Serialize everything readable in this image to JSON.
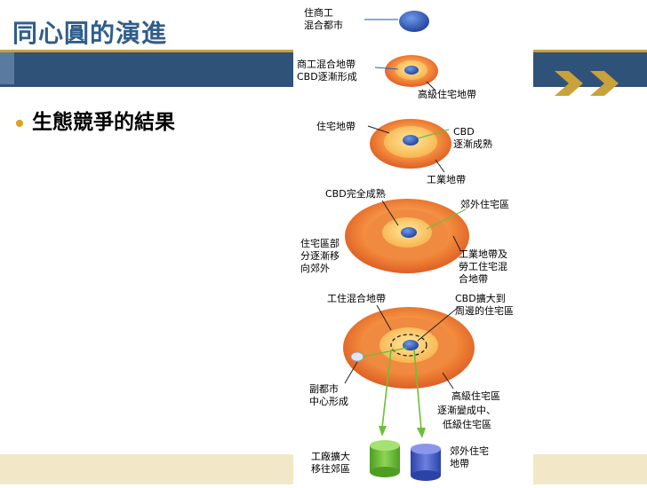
{
  "slide": {
    "title": "同心圓的演進",
    "bullet": "生態競爭的結果"
  },
  "diagram": {
    "stage1": {
      "label_l1": "住商工",
      "label_l2": "混合都市"
    },
    "stage2": {
      "label_a1": "商工混合地帶",
      "label_a2": "CBD逐漸形成",
      "label_b": "高級住宅地帶"
    },
    "stage3": {
      "label_a": "住宅地帶",
      "label_b1": "CBD",
      "label_b2": "逐漸成熟",
      "label_c": "工業地帶"
    },
    "stage4": {
      "label_top": "CBD完全成熟",
      "label_r": "郊外住宅區",
      "label_l1": "住宅區部",
      "label_l2": "分逐漸移",
      "label_l3": "向郊外",
      "label_r1": "工業地帶及",
      "label_r2": "勞工住宅混",
      "label_r3": "合地帶"
    },
    "stage5": {
      "label_a": "工住混合地帶",
      "label_b1": "CBD擴大到",
      "label_b2": "周邊的住宅區",
      "label_c1": "副都市",
      "label_c2": "中心形成",
      "label_d1": "高級住宅區",
      "label_d2": "逐漸變成中、",
      "label_d3": "低級住宅區"
    },
    "bottom": {
      "label_l1": "工廠擴大",
      "label_l2": "移往郊區",
      "label_r1": "郊外住宅",
      "label_r2": "地帶"
    }
  },
  "colors": {
    "band": "#2f5278",
    "accent": "#c9a23a",
    "title": "#2f5e8a",
    "ring_outer": "#e8602a",
    "ring_mid": "#f59a4a",
    "core": "#2a56b8",
    "green": "#6bbf3a"
  }
}
